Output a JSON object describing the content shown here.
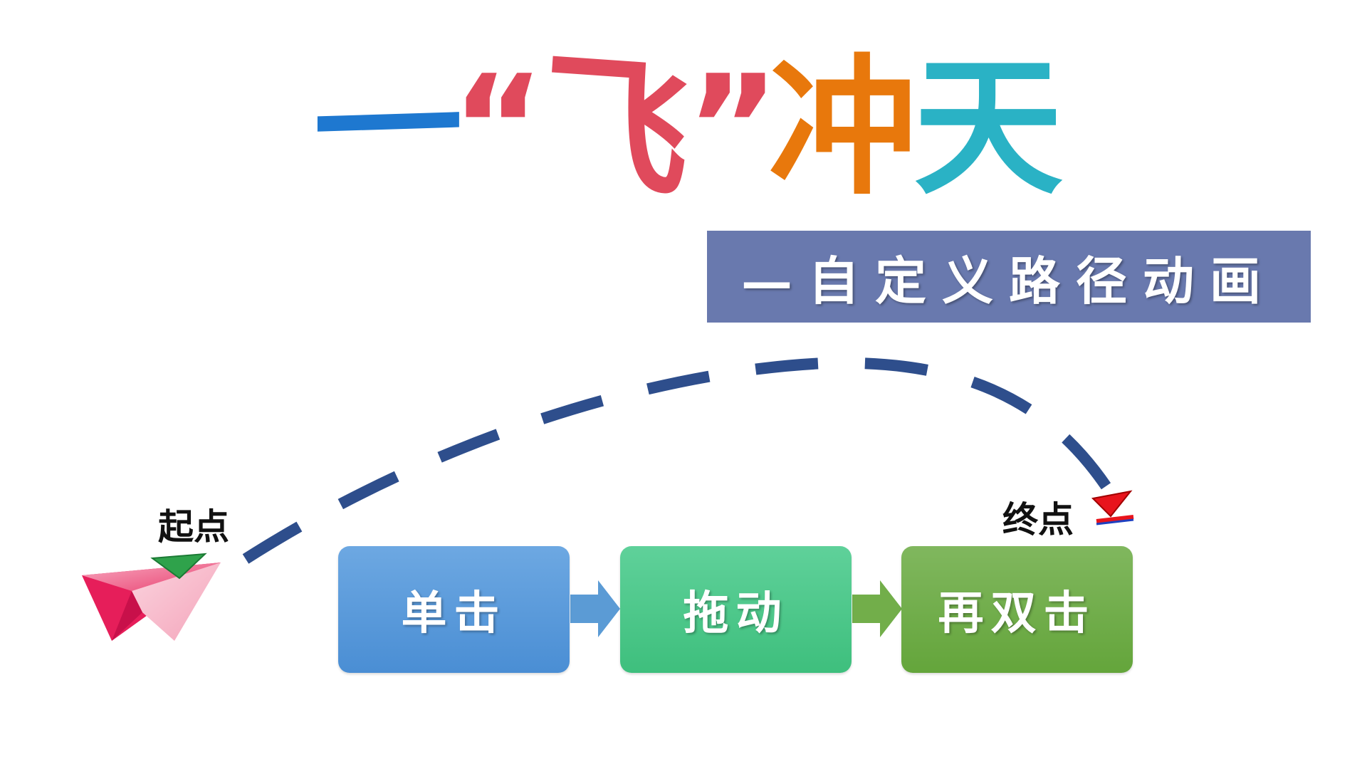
{
  "title": {
    "parts": [
      "一",
      "“",
      "飞",
      "”",
      "冲",
      "天"
    ],
    "colors": [
      "#1E78D0",
      "#E04A5C",
      "#E04A5C",
      "#E04A5C",
      "#E8780C",
      "#2AB2C5"
    ]
  },
  "subtitle": {
    "text": "—自定义路径动画",
    "background": "#6979AE"
  },
  "path": {
    "color": "#2E4E8C",
    "style": "dashed"
  },
  "labels": {
    "start": "起点",
    "end": "终点"
  },
  "markers": {
    "start_marker_color": "#2FA24B",
    "end_marker_color": "#E8141C",
    "end_bar_color": "#1E40C0",
    "paper_plane_color": "#EE3E6F"
  },
  "steps": [
    {
      "label": "单击",
      "color": "#5B9BD5"
    },
    {
      "label": "拖动",
      "color": "#4EC98B"
    },
    {
      "label": "再双击",
      "color": "#72AE4A"
    }
  ],
  "arrows": {
    "first_color": "#5B9BD5",
    "second_color": "#72AE4A"
  }
}
